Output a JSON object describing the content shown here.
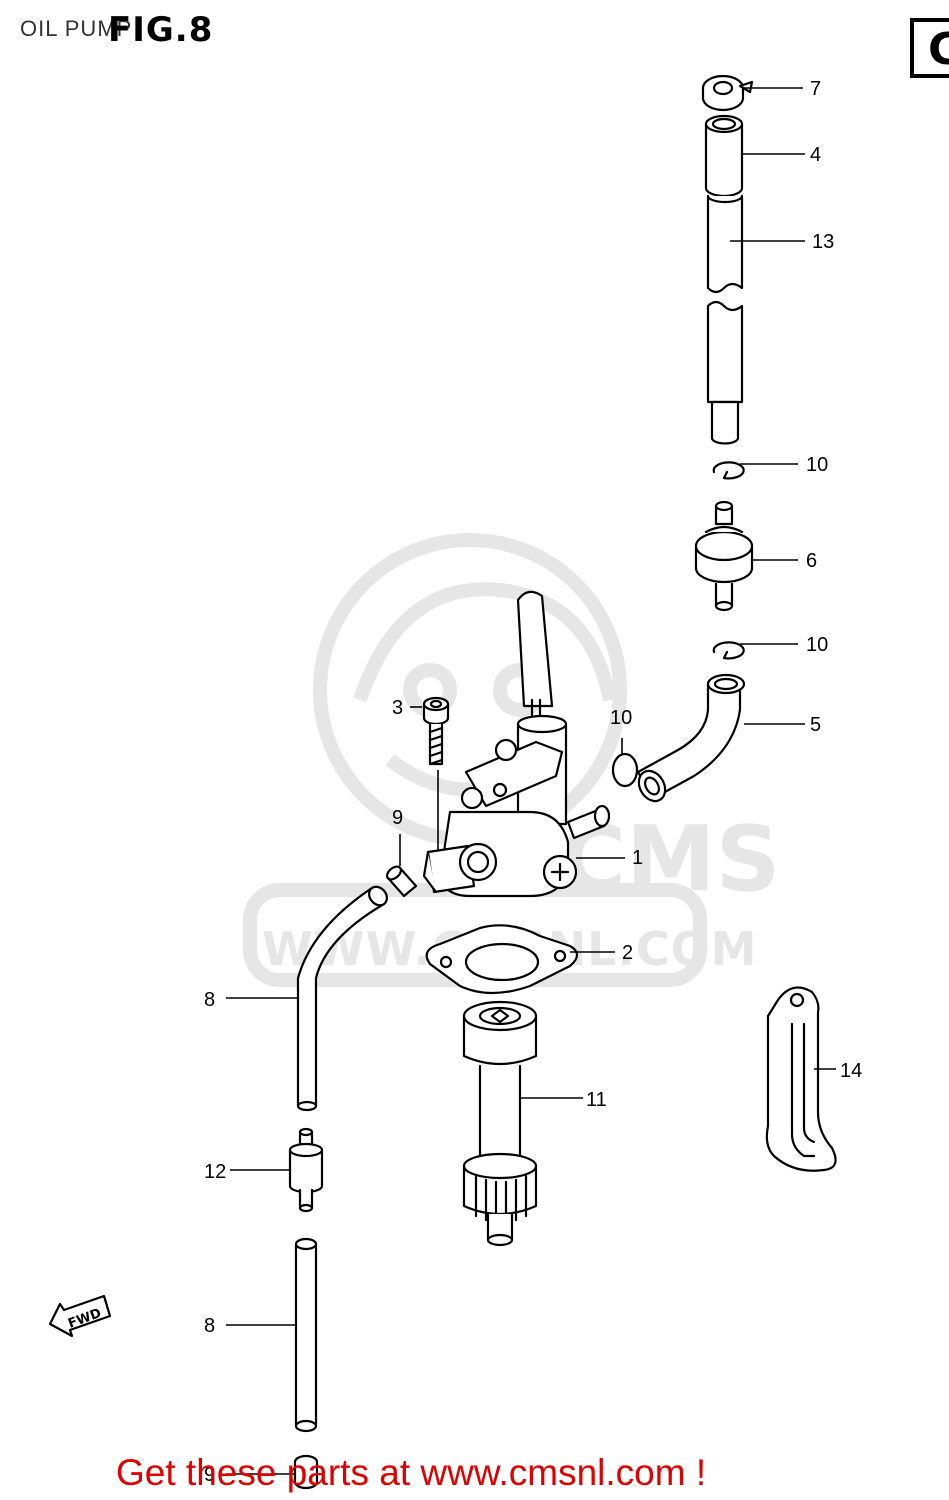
{
  "page_label": "OIL PUMP",
  "figure_label": "FIG.8",
  "corner_letter": "C",
  "watermark": {
    "text": "WWW.CMSNL.COM",
    "badge": "CMS"
  },
  "fwd_label": "FWD",
  "banner_text": "Get these parts at www.cmsnl.com !",
  "callouts": {
    "c7": "7",
    "c4": "4",
    "c13": "13",
    "c10a": "10",
    "c6": "6",
    "c10b": "10",
    "c5": "5",
    "c10c": "10",
    "c3": "3",
    "c9a": "9",
    "c1": "1",
    "c2": "2",
    "c8a": "8",
    "c14": "14",
    "c11": "11",
    "c12": "12",
    "c8b": "8",
    "c9b": "9"
  },
  "colors": {
    "ink": "#000000",
    "watermark": "#e6e6e6",
    "banner": "#e00000"
  }
}
